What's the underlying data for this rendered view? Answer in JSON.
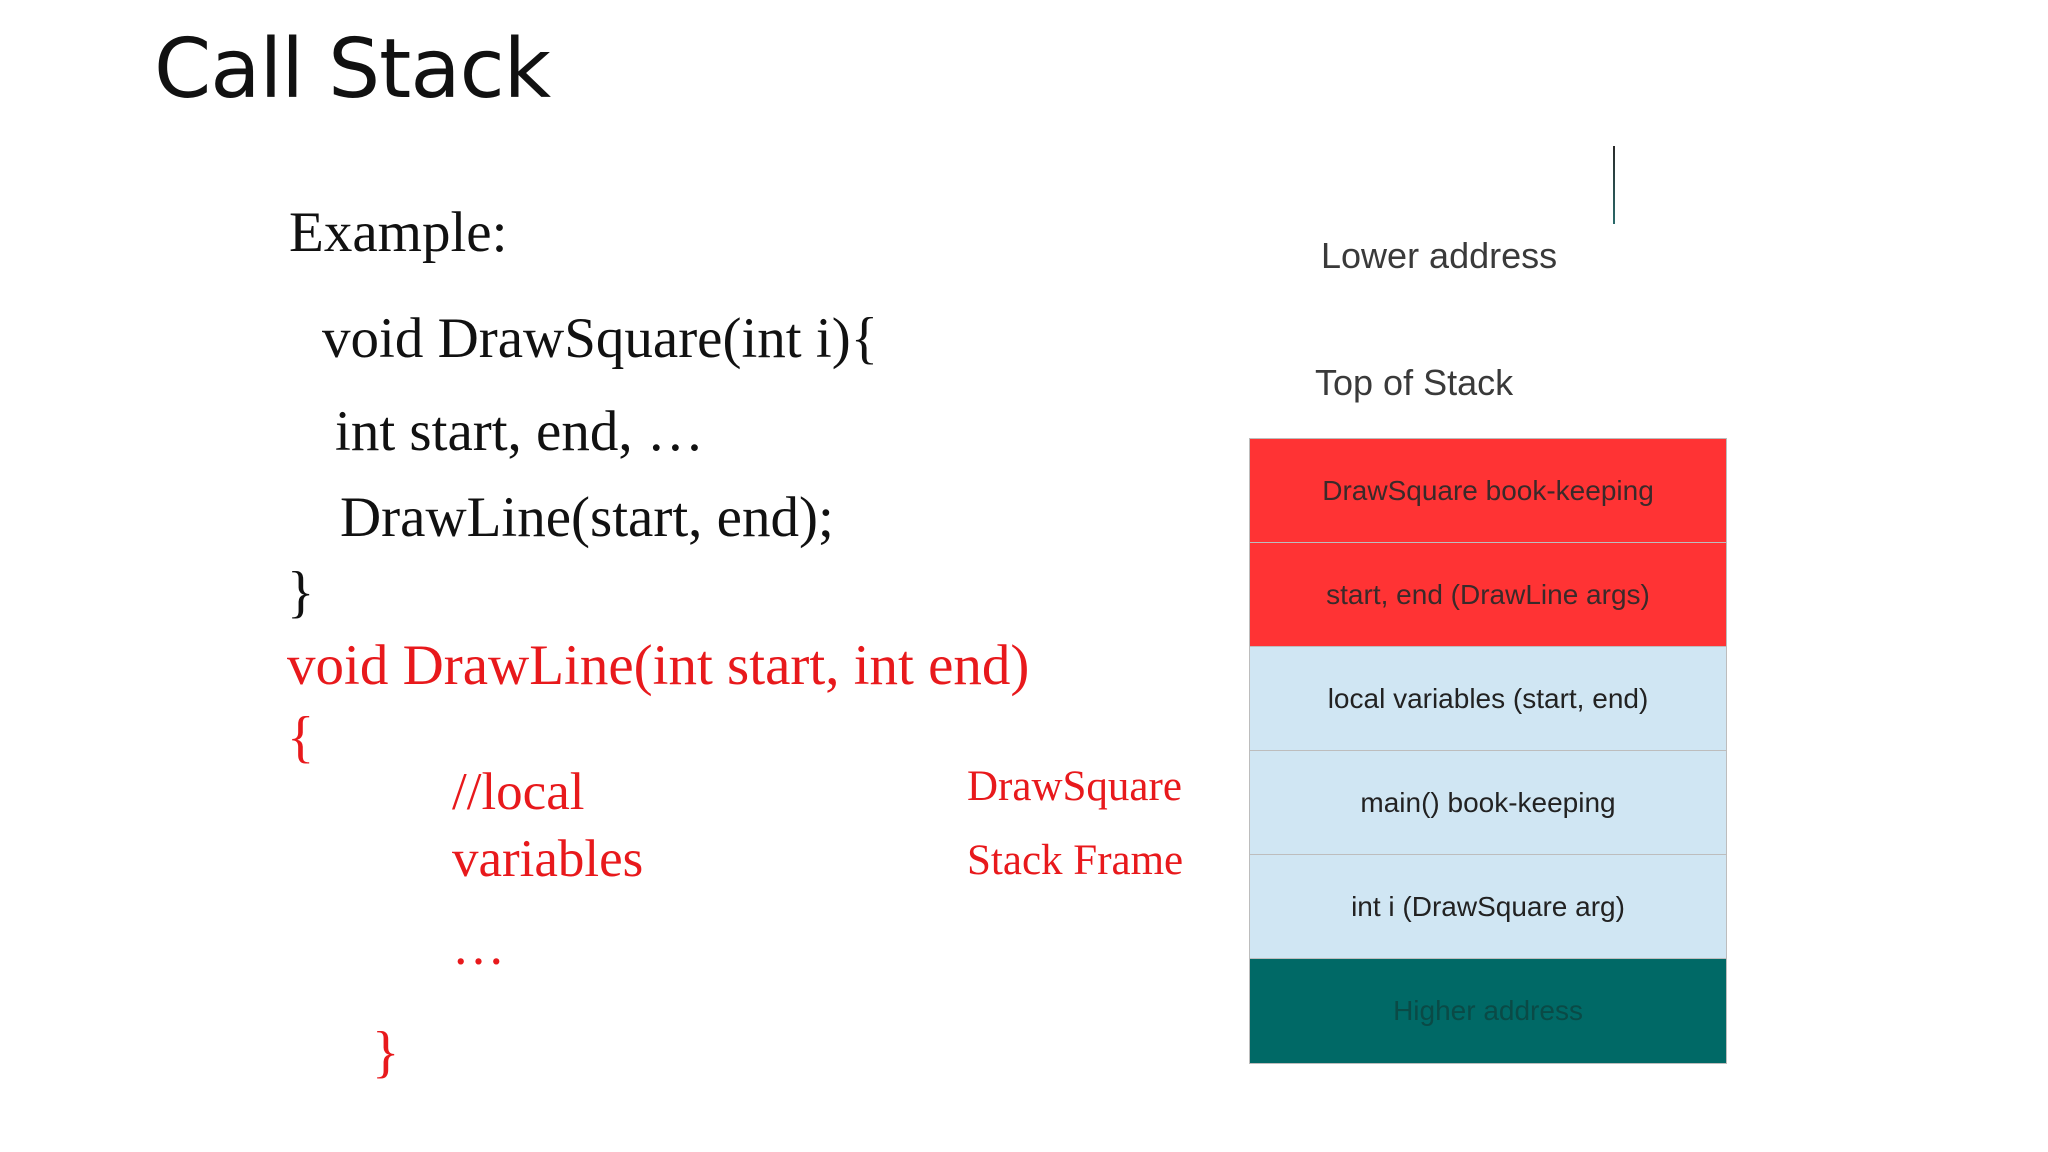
{
  "slide": {
    "title": "Call Stack",
    "example_label": "Example:",
    "code": {
      "line1": "void DrawSquare(int i){",
      "line2": "int start, end, …",
      "line3": "DrawLine(start, end);",
      "line4": "}",
      "line5": "void DrawLine(int start,  int end)",
      "line6": "{",
      "line7": "//local",
      "line8": "variables",
      "line9": "…",
      "line10": "}"
    },
    "frame_label": {
      "line1": "DrawSquare",
      "line2": "Stack Frame"
    },
    "lower_address": "Lower address",
    "top_of_stack": "Top of Stack",
    "stack": [
      {
        "label": "DrawSquare book-keeping",
        "color": "#ff3334"
      },
      {
        "label": "start, end (DrawLine args)",
        "color": "#ff3334"
      },
      {
        "label": "local variables (start, end)",
        "color": "#d0e6f3"
      },
      {
        "label": "main() book-keeping",
        "color": "#d0e6f3"
      },
      {
        "label": "int i (DrawSquare arg)",
        "color": "#d0e6f3"
      },
      {
        "label": "Higher address",
        "color": "#006966"
      }
    ],
    "colors": {
      "accent_red": "#e8191c",
      "teal": "#006966",
      "light_blue": "#d0e6f3"
    }
  }
}
